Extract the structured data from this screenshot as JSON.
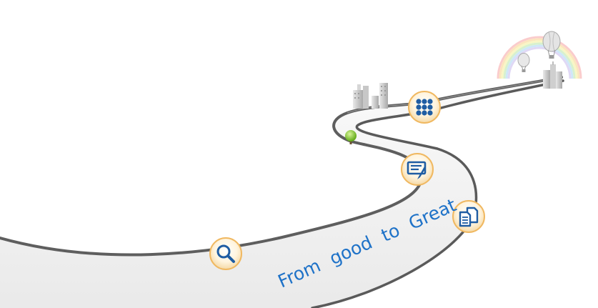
{
  "slogan": "From  good  to  Great",
  "colors": {
    "road_edge": "#5a5a5a",
    "road_top": "#e6e6e6",
    "milestone_fill": "#fff4de",
    "milestone_ring": "#f0b860",
    "icon_blue": "#1f5da3",
    "slogan_blue": "#1e72c8",
    "tree_green": "#7cc520"
  },
  "milestones": [
    {
      "name": "search",
      "icon": "magnifier-icon"
    },
    {
      "name": "form",
      "icon": "pen-form-icon"
    },
    {
      "name": "documents",
      "icon": "documents-icon"
    },
    {
      "name": "apps",
      "icon": "grid-dots-icon"
    }
  ],
  "scenery": [
    "tree-icon",
    "buildings-icon",
    "rainbow-icon",
    "balloon-icon",
    "city-icon"
  ]
}
